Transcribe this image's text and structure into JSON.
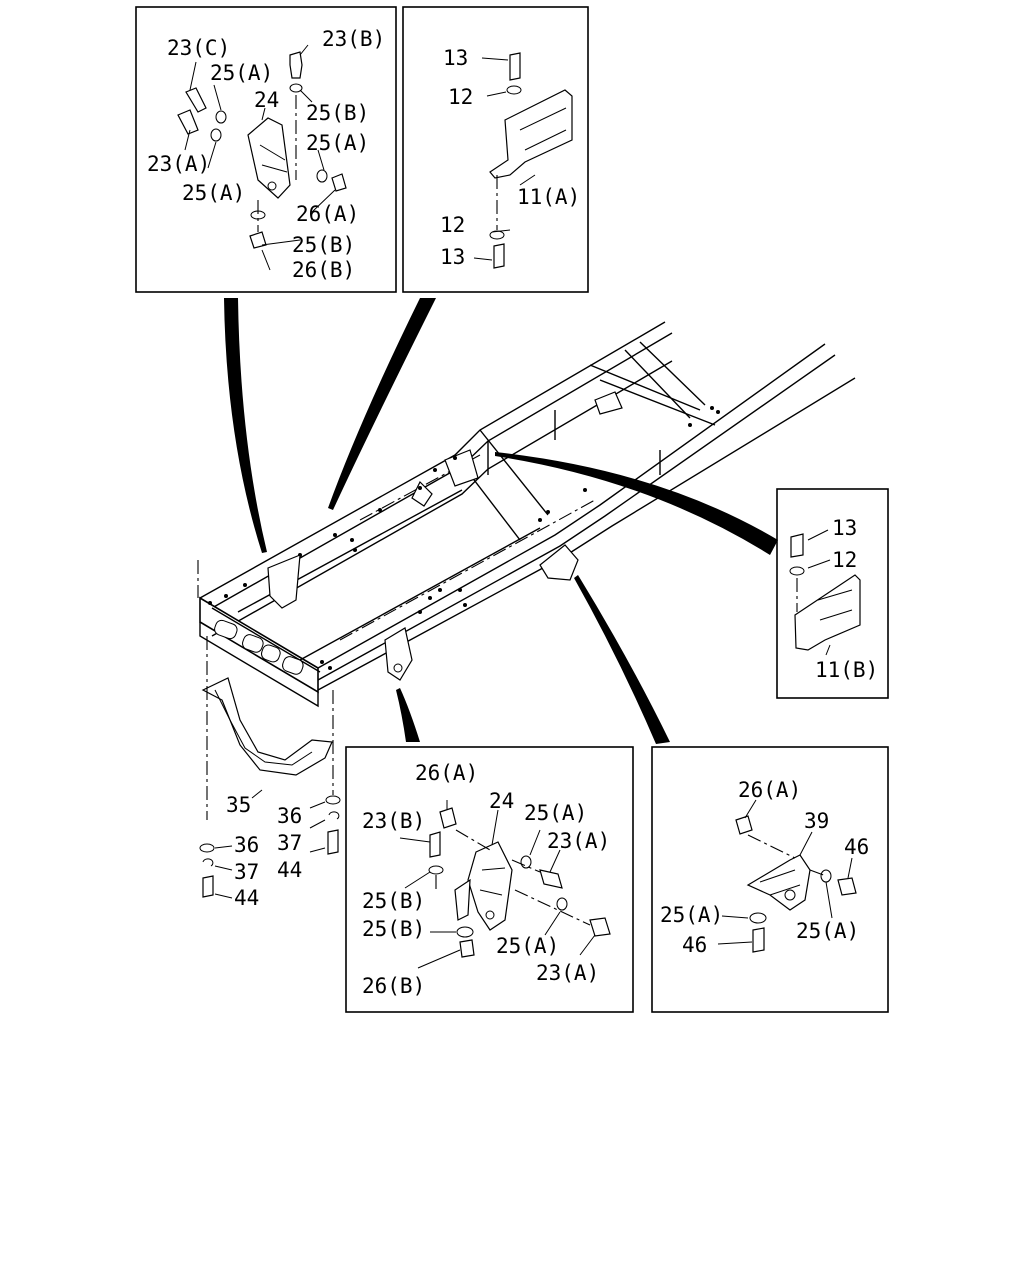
{
  "callouts": {
    "top_left": [
      "23(C)",
      "23(B)",
      "25(A)",
      "24",
      "25(B)",
      "25(A)",
      "23(A)",
      "25(A)",
      "26(A)",
      "25(B)",
      "26(B)"
    ],
    "top_middle": [
      "13",
      "12",
      "11(A)",
      "12",
      "13"
    ],
    "right": [
      "13",
      "12",
      "11(B)"
    ],
    "lower_left": [
      "35",
      "36",
      "37",
      "44",
      "36",
      "37",
      "44"
    ],
    "bottom_middle": [
      "26(A)",
      "24",
      "25(A)",
      "23(B)",
      "23(A)",
      "25(B)",
      "25(B)",
      "25(A)",
      "23(A)",
      "26(B)"
    ],
    "bottom_right": [
      "26(A)",
      "39",
      "46",
      "25(A)",
      "25(A)",
      "46"
    ]
  }
}
